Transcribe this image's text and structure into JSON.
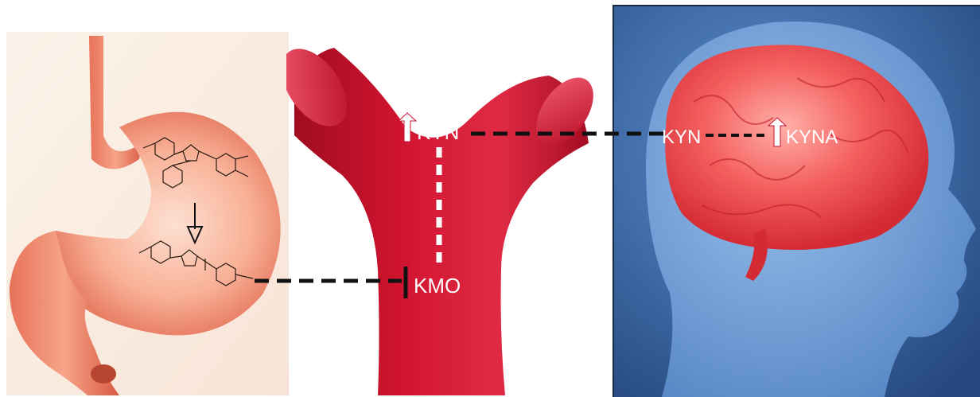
{
  "colors": {
    "stomach": "#f28a6e",
    "vessel": "#c8102e",
    "head_bg": "#3e6fae",
    "brain": "#f04848",
    "dash_black": "#111111",
    "dash_white": "#ffffff"
  },
  "labels": {
    "kyn_vessel": "KYN",
    "kmo": "KMO",
    "kyn_brain": "KYN",
    "kyna": "KYNA"
  },
  "arrows": {
    "kyn_vessel": "up",
    "kyna": "up"
  },
  "stomach": {
    "molecule_top_label": "",
    "molecule_bottom_label": ""
  }
}
